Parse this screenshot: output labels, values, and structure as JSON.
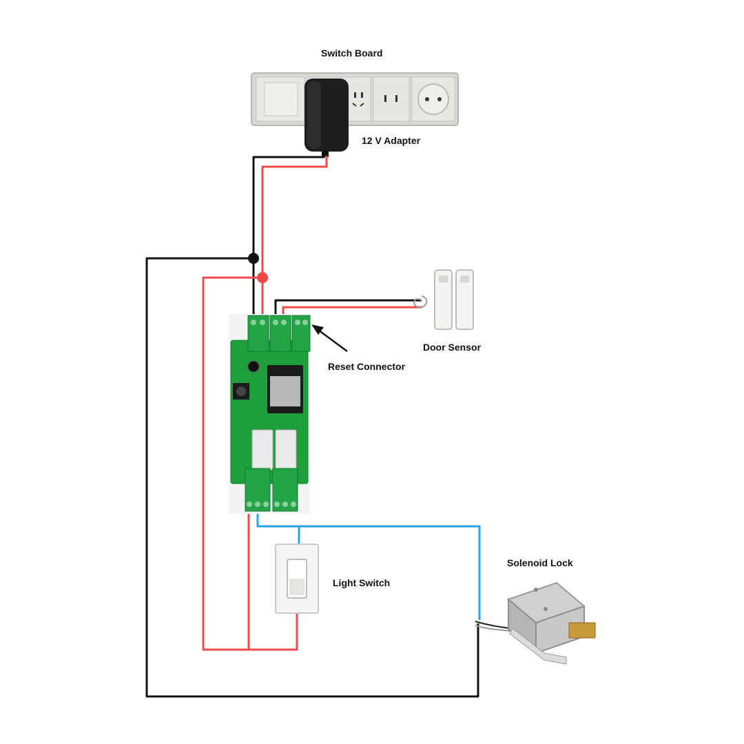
{
  "labels": {
    "switch_board": "Switch Board",
    "adapter": "12 V Adapter",
    "door_sensor": "Door Sensor",
    "reset_connector": "Reset Connector",
    "solenoid_lock": "Solenoid Lock",
    "light_switch": "Light Switch"
  },
  "colors": {
    "wire_black": "#111111",
    "wire_red": "#f04747",
    "wire_blue": "#2aa3e0",
    "pcb_green": "#1f9e3c",
    "terminal_green": "#22a447",
    "adapter_black": "#1e1e1e",
    "plate_gray": "#d7d5d0"
  },
  "icons": [
    "wall-switchboard-icon",
    "power-adapter-icon",
    "door-sensor-icon",
    "relay-board-icon",
    "light-switch-icon",
    "solenoid-lock-icon",
    "arrow-icon"
  ]
}
